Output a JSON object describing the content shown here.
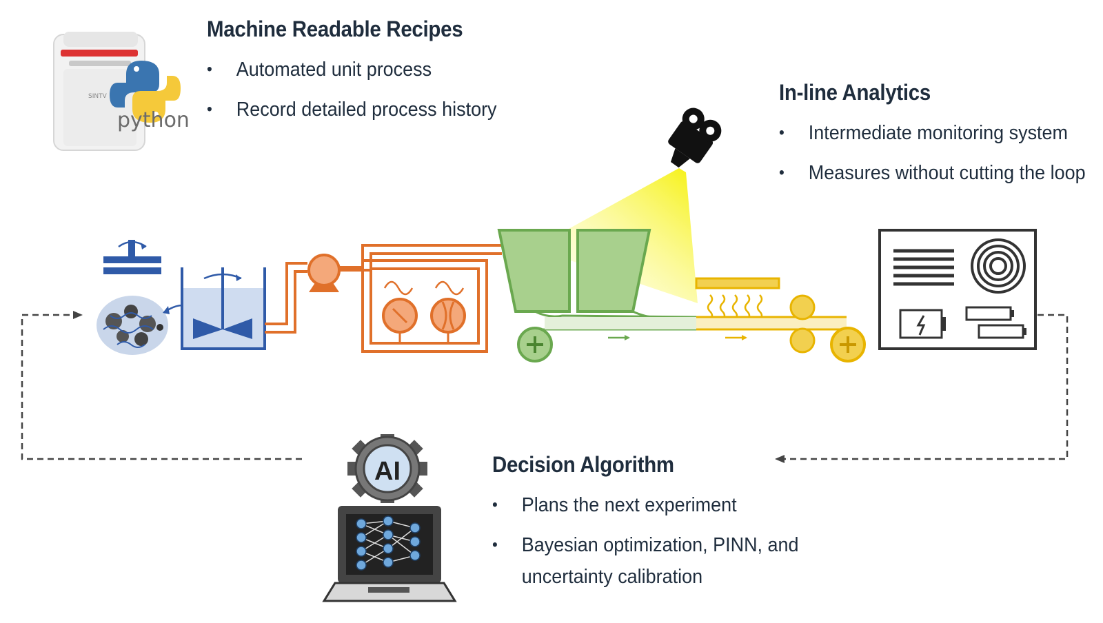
{
  "recipes": {
    "title": "Machine Readable Recipes",
    "bullets": [
      "Automated unit process",
      "Record detailed process history"
    ],
    "logo_text": "python"
  },
  "analytics": {
    "title": "In-line Analytics",
    "bullets": [
      "Intermediate monitoring system",
      "Measures without cutting the loop"
    ]
  },
  "decision": {
    "title": "Decision Algorithm",
    "bullets": [
      "Plans the next experiment",
      "Bayesian optimization, PINN, and"
    ],
    "bullet_continuation": "uncertainty calibration",
    "ai_label": "AI"
  },
  "colors": {
    "heading": "#1f2d3d",
    "mixer_blue": "#2f5aa8",
    "pump_orange": "#e0702a",
    "coater_green": "#6aa84f",
    "dryer_yellow": "#e8b400",
    "cell_dark": "#333333"
  }
}
